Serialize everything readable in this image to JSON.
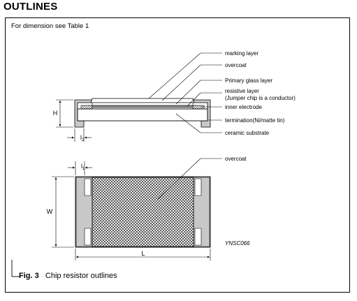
{
  "heading": "OUTLINES",
  "dimension_note": "For dimension see Table 1",
  "labels": {
    "marking_layer": "marking layer",
    "overcoat_top": "overcoat",
    "primary_glass": "Primary glass layer",
    "resistive_1": "resistive layer",
    "resistive_2": "(Jumper chip is a conductor)",
    "inner_electrode": "inner electrode",
    "termination": "termination(Ni/matte tin)",
    "ceramic": "ceramic substrate",
    "overcoat_bottom": "overcoat"
  },
  "dimensions": {
    "H": "H",
    "l2": "l",
    "l2_sub": "2",
    "l1": "l",
    "l1_sub": "1",
    "W": "W",
    "L": "L"
  },
  "drawing_code": "YNSC066",
  "caption": {
    "fig": "Fig. 3",
    "text": "Chip resistor outlines"
  },
  "colors": {
    "termination": "#c8c8c8",
    "inner_electrode": "#8a8a8a",
    "line": "#000000"
  }
}
